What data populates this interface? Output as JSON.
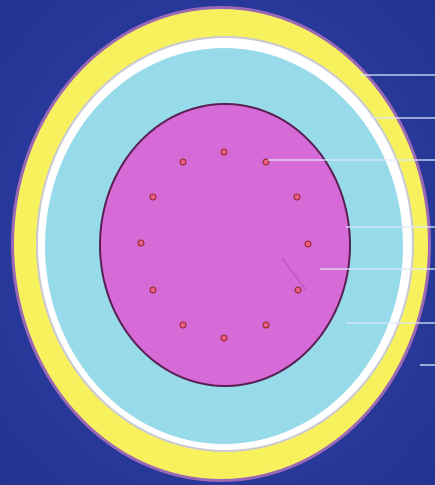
{
  "colors": {
    "background": "#2c3ea8",
    "background_edge": "#24338f",
    "outer_ring": "#f7f15e",
    "outer_ring_edge": "#9a68b5",
    "thin_ring": "#ffffff",
    "middle_region": "#97daea",
    "inner_region": "#d66ad6",
    "inner_edge": "#5a1f52",
    "dot_fill": "#ee5a8a",
    "dot_edge": "#8a2a1a",
    "leader_line": "#dfe8ff"
  },
  "diagram": {
    "layers": [
      {
        "name": "outer-yellow-layer",
        "color_key": "outer_ring"
      },
      {
        "name": "thin-white-layer",
        "color_key": "thin_ring"
      },
      {
        "name": "light-blue-layer",
        "color_key": "middle_region"
      },
      {
        "name": "magenta-core",
        "color_key": "inner_region"
      }
    ],
    "dot_count": 12,
    "leader_line_count": 7
  }
}
